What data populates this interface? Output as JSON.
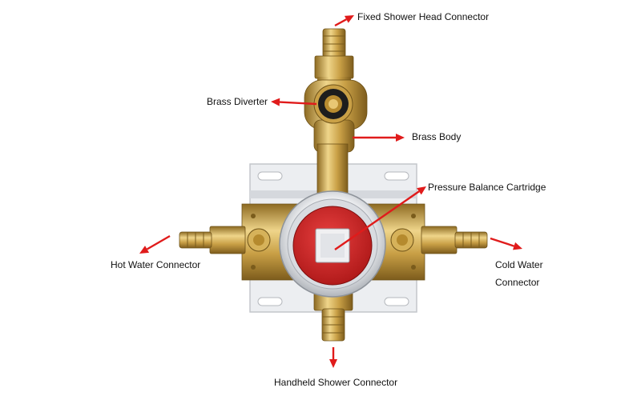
{
  "labels": {
    "fixed_head": "Fixed Shower Head Connector",
    "brass_diverter": "Brass Diverter",
    "brass_body": "Brass Body",
    "cartridge": "Pressure Balance Cartridge",
    "hot_water": "Hot Water Connector",
    "cold_water_line1": "Cold Water",
    "cold_water_line2": "Connector",
    "handheld": "Handheld Shower Connector"
  },
  "colors": {
    "arrow": "#e01b1b",
    "brass": "#c9a046",
    "brass_dark": "#8d6a22",
    "brass_light": "#efd58a",
    "plate": "#e9e9ec",
    "cartridge_red": "#d42a2a",
    "steel": "#c8ccd2"
  }
}
